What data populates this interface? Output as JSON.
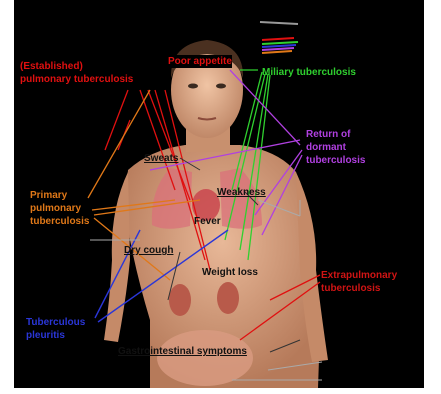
{
  "labels": {
    "established_tb": "(Established)\npulmonary tuberculosis",
    "poor_appetite": "Poor appetite",
    "miliary_tb": "Miliary tuberculosis",
    "return_dormant": "Return of\ndormant\ntuberculosis",
    "sweats": "Sweats",
    "weakness": "Weakness",
    "primary_tb": "Primary\npulmonary\ntuberculosis",
    "fever": "Fever",
    "dry_cough": "Dry cough",
    "weight_loss": "Weight loss",
    "extrapulmonary_tb": "Extrapulmonary\ntuberculosis",
    "tb_pleuritis": "Tuberculous\npleuritis",
    "gastrointestinal": "Gastrointestinal symptoms"
  },
  "colors": {
    "established": "#e01010",
    "miliary": "#2fd02f",
    "dormant": "#b040e0",
    "primary": "#e07818",
    "pleuritis": "#2a36d8",
    "extrapulmonary": "#c01010",
    "symptom": "#111111"
  }
}
